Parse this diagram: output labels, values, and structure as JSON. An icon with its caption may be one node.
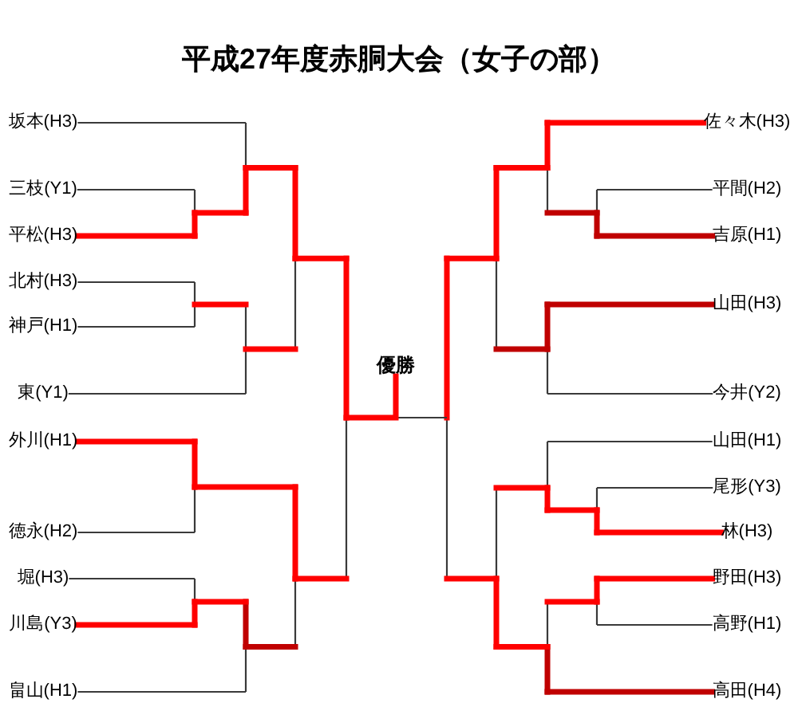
{
  "diagram": {
    "title": "平成27年度赤胴大会（女子の部）",
    "nodes": [
      {
        "text": [
          "坂本(H3)"
        ]
      },
      {
        "text": [
          "三枝(Y1)"
        ]
      },
      {
        "text": [
          "平松(H3)"
        ]
      },
      {
        "text": [
          "北村(H3)"
        ]
      },
      {
        "text": [
          "神戸(H1)"
        ]
      },
      {
        "text": [
          "東(Y1)"
        ]
      },
      {
        "text": [
          "外川(H1)"
        ]
      },
      {
        "text": [
          "徳永(H2)"
        ]
      },
      {
        "text": [
          "堀(H3)"
        ]
      },
      {
        "text": [
          "川島(Y3)"
        ]
      },
      {
        "text": [
          "畠山(H1)"
        ]
      },
      {
        "text": [
          "優勝"
        ]
      },
      {
        "text": [
          "佐々木(H3)"
        ]
      },
      {
        "text": [
          "平間(H2)"
        ]
      },
      {
        "text": [
          "吉原(H1)"
        ]
      },
      {
        "text": [
          "山田(H3)"
        ]
      },
      {
        "text": [
          "今井(Y2)"
        ]
      },
      {
        "text": [
          "山田(H1)"
        ]
      },
      {
        "text": [
          "尾形(Y3)"
        ]
      },
      {
        "text": [
          "林(H3)"
        ]
      },
      {
        "text": [
          "野田(H3)"
        ]
      },
      {
        "text": [
          "高野(H1)"
        ]
      },
      {
        "text": [
          "高田(H4)"
        ]
      },
      {
        "text": [],
        "shape": "bar"
      },
      {
        "text": [],
        "shape": "bar"
      },
      {
        "text": [],
        "shape": "bar"
      },
      {
        "text": [],
        "shape": "bar"
      },
      {
        "text": [],
        "shape": "bar"
      },
      {
        "text": [],
        "shape": "bar"
      },
      {
        "text": [],
        "shape": "bar"
      },
      {
        "text": [],
        "shape": "bar"
      },
      {
        "text": [],
        "shape": "bar"
      },
      {
        "text": [],
        "shape": "bar"
      },
      {
        "text": [],
        "shape": "bar"
      },
      {
        "text": [],
        "shape": "bar"
      },
      {
        "text": [],
        "shape": "bar"
      },
      {
        "text": [],
        "shape": "bar"
      },
      {
        "text": [],
        "shape": "bar"
      },
      {
        "text": [],
        "shape": "bar"
      },
      {
        "text": [],
        "shape": "bar"
      },
      {
        "text": [],
        "shape": "bar"
      },
      {
        "text": [],
        "shape": "bar"
      },
      {
        "text": [],
        "shape": "bar"
      }
    ],
    "edges": [
      {
        "from": 0,
        "to": 27,
        "arrow": "none",
        "color": "#3a3a3a"
      },
      {
        "from": 1,
        "to": 23,
        "arrow": "none",
        "color": "#3a3a3a"
      },
      {
        "from": 2,
        "to": 23,
        "arrow": "none"
      },
      {
        "from": 23,
        "to": 27,
        "arrow": "none"
      },
      {
        "from": 3,
        "to": 24,
        "arrow": "none",
        "color": "#3a3a3a"
      },
      {
        "from": 4,
        "to": 24,
        "arrow": "none",
        "color": "#3a3a3a"
      },
      {
        "from": 24,
        "to": 28,
        "arrow": "none"
      },
      {
        "from": 5,
        "to": 28,
        "arrow": "none",
        "color": "#3a3a3a"
      },
      {
        "from": 27,
        "to": 30,
        "arrow": "none"
      },
      {
        "from": 28,
        "to": 30,
        "arrow": "none"
      },
      {
        "from": 30,
        "to": 32,
        "arrow": "none"
      },
      {
        "from": 6,
        "to": 25,
        "arrow": "none"
      },
      {
        "from": 7,
        "to": 25,
        "arrow": "none",
        "color": "#3a3a3a"
      },
      {
        "from": 25,
        "to": 31,
        "arrow": "none"
      },
      {
        "from": 8,
        "to": 26,
        "arrow": "none",
        "color": "#3a3a3a"
      },
      {
        "from": 9,
        "to": 26,
        "arrow": "none"
      },
      {
        "from": 26,
        "to": 29,
        "arrow": "none"
      },
      {
        "from": 10,
        "to": 29,
        "arrow": "none",
        "color": "#3a3a3a"
      },
      {
        "from": 29,
        "to": 31,
        "arrow": "none",
        "color": "#c00000"
      },
      {
        "from": 31,
        "to": 32,
        "arrow": "none"
      },
      {
        "from": 32,
        "to": 11,
        "arrow": "none"
      },
      {
        "from": 33,
        "to": 11,
        "arrow": "none",
        "color": "#3a3a3a"
      },
      {
        "from": 34,
        "to": 33,
        "arrow": "none"
      },
      {
        "from": 35,
        "to": 33,
        "arrow": "none"
      },
      {
        "from": 36,
        "to": 34,
        "arrow": "none"
      },
      {
        "from": 37,
        "to": 34,
        "arrow": "none",
        "color": "#c00000"
      },
      {
        "from": 12,
        "to": 36,
        "arrow": "none"
      },
      {
        "from": 40,
        "to": 36,
        "arrow": "none",
        "color": "#c00000"
      },
      {
        "from": 13,
        "to": 40,
        "arrow": "none",
        "color": "#3a3a3a"
      },
      {
        "from": 14,
        "to": 40,
        "arrow": "none",
        "color": "#c00000"
      },
      {
        "from": 15,
        "to": 37,
        "arrow": "none",
        "color": "#c00000"
      },
      {
        "from": 16,
        "to": 37,
        "arrow": "none",
        "color": "#3a3a3a"
      },
      {
        "from": 38,
        "to": 35,
        "arrow": "none"
      },
      {
        "from": 39,
        "to": 35,
        "arrow": "none"
      },
      {
        "from": 17,
        "to": 38,
        "arrow": "none",
        "color": "#3a3a3a"
      },
      {
        "from": 41,
        "to": 38,
        "arrow": "none"
      },
      {
        "from": 18,
        "to": 41,
        "arrow": "none",
        "color": "#3a3a3a"
      },
      {
        "from": 19,
        "to": 41,
        "arrow": "none"
      },
      {
        "from": 42,
        "to": 39,
        "arrow": "none"
      },
      {
        "from": 22,
        "to": 39,
        "arrow": "none",
        "color": "#c00000"
      },
      {
        "from": 20,
        "to": 42,
        "arrow": "none"
      },
      {
        "from": 21,
        "to": 42,
        "arrow": "none",
        "color": "#3a3a3a"
      }
    ]
  }
}
